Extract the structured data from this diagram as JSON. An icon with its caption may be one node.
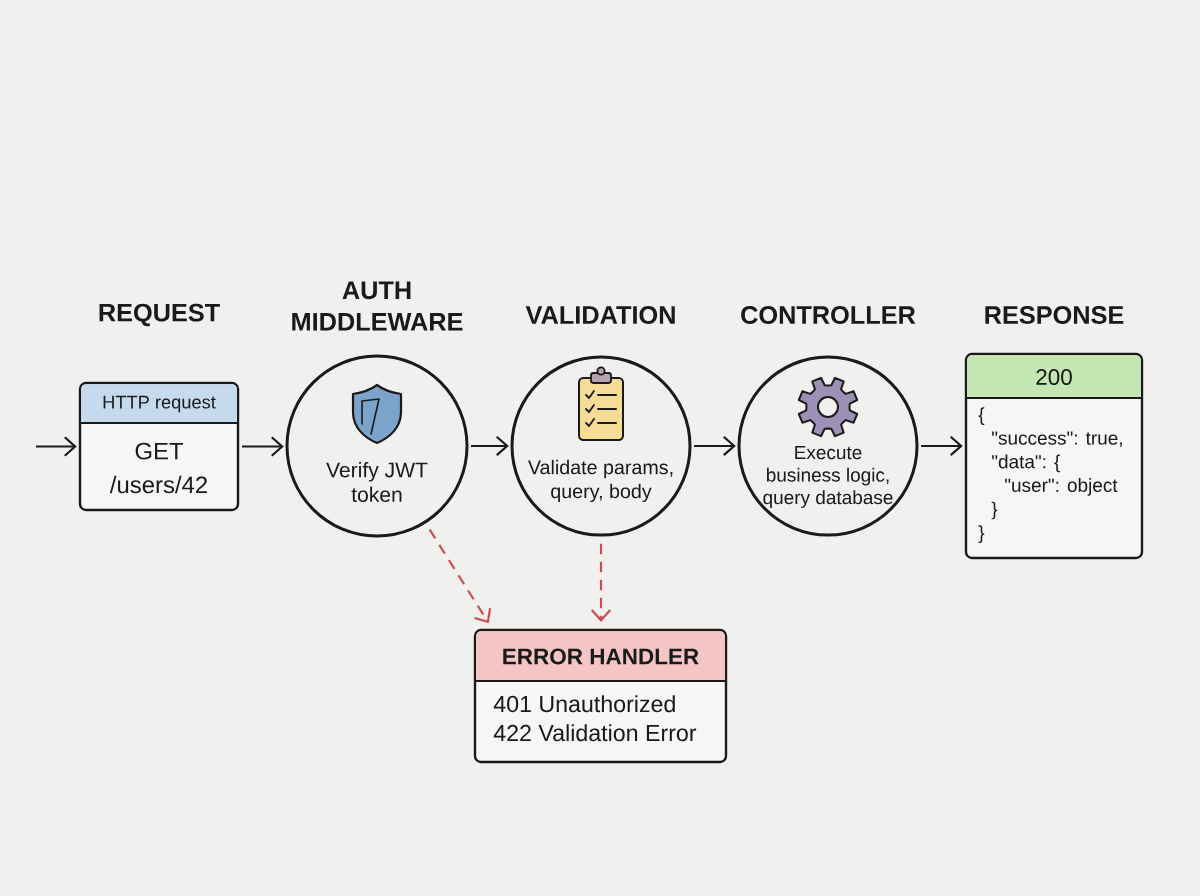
{
  "diagram": {
    "nodes": [
      {
        "text": [
          "REQUEST",
          "HTTP request",
          "GET /users/42"
        ]
      },
      {
        "text": [
          "AUTH MIDDLEWARE",
          "Verify JWT token"
        ]
      },
      {
        "text": [
          "VALIDATION",
          "Validate params, query, body"
        ]
      },
      {
        "text": [
          "CONTROLLER",
          "Execute business logic, query database"
        ]
      },
      {
        "text": [
          "RESPONSE",
          "200",
          "{",
          "\"success\": true,",
          "\"data\": {",
          "\"user\": object",
          "}",
          "}"
        ]
      },
      {
        "text": [
          "ERROR HANDLER",
          "401 Unauthorized",
          "422 Validation Error"
        ]
      }
    ],
    "edges": [
      {
        "from": null,
        "to": 0,
        "arrow": "to"
      },
      {
        "from": 0,
        "to": 1,
        "arrow": "to"
      },
      {
        "from": 1,
        "to": 2,
        "arrow": "to"
      },
      {
        "from": 2,
        "to": 3,
        "arrow": "to"
      },
      {
        "from": 3,
        "to": 4,
        "arrow": "to"
      },
      {
        "from": 1,
        "to": 5,
        "arrow": "to",
        "style": "dashed",
        "color": "#c9504f"
      },
      {
        "from": 2,
        "to": 5,
        "arrow": "to",
        "style": "dashed",
        "color": "#c9504f"
      }
    ]
  }
}
